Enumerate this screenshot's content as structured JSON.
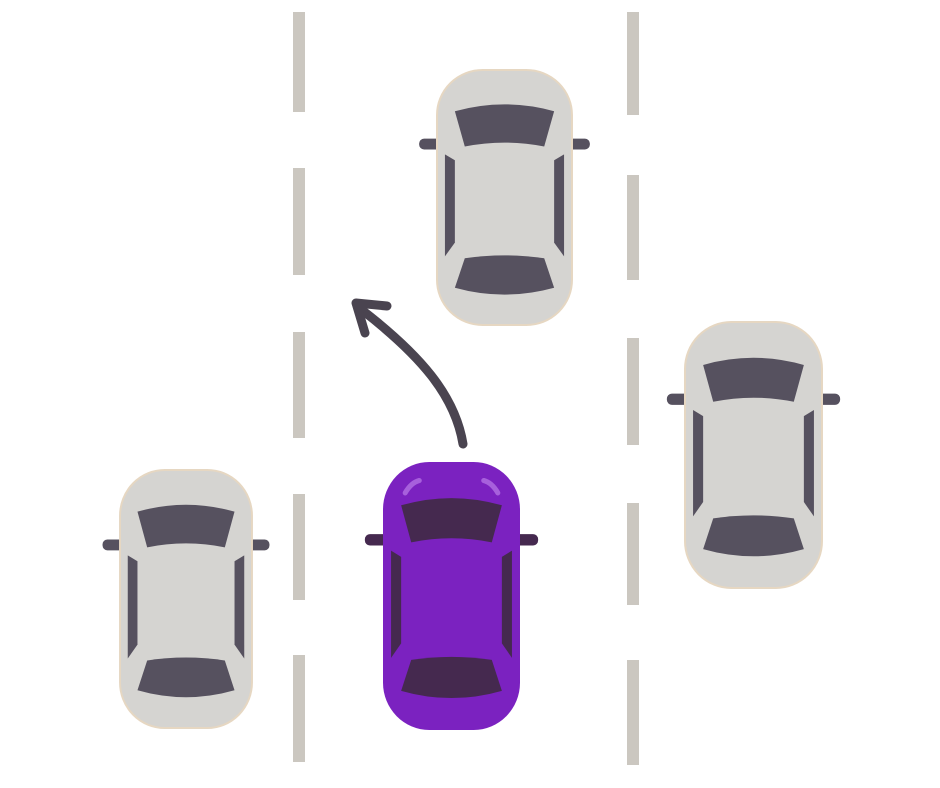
{
  "colors": {
    "background": "#ffffff",
    "lane_marking": "#cbc7c0",
    "gray_car_body": "#d5d4d1",
    "gray_car_outline": "#e6d7c2",
    "gray_car_window": "#56515f",
    "purple_car_body": "#7b22c0",
    "purple_car_window": "#45294f",
    "purple_car_highlight": "#a760dc",
    "arrow": "#4a4450"
  },
  "cars": [
    {
      "name": "gray-car-top-center",
      "variant": "gray"
    },
    {
      "name": "gray-car-right",
      "variant": "gray"
    },
    {
      "name": "gray-car-left",
      "variant": "gray"
    },
    {
      "name": "purple-car-ego",
      "variant": "purple"
    }
  ]
}
